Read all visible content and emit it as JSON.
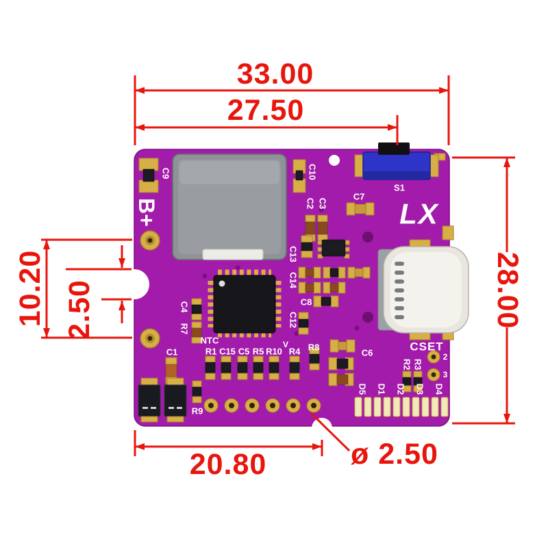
{
  "dimensions": {
    "width_outer": "33.00",
    "width_inner": "27.50",
    "height_right": "28.00",
    "pad_spacing": "10.20",
    "notch_offset": "2.50",
    "width_bottom": "20.80",
    "hole_diameter": "ø 2.50"
  },
  "silkscreen": {
    "battery_positive": "B+",
    "logo": "LX",
    "switch_s1": "S1",
    "c9": "C9",
    "c10": "C10",
    "c2": "C2",
    "c3": "C3",
    "c7": "C7",
    "c13": "C13",
    "c14": "C14",
    "c8": "C8",
    "c12": "C12",
    "c4": "C4",
    "r7": "R7",
    "ntc": "NTC",
    "c1": "C1",
    "r1": "R1",
    "c15": "C15",
    "c5": "C5",
    "r5": "R5",
    "r10": "R10",
    "r4": "R4",
    "r8": "R8",
    "v": "V",
    "c6": "C6",
    "r9": "R9",
    "cset": "CSET",
    "r2": "R2",
    "r3": "R3",
    "pin2": "2",
    "pin3": "3",
    "d5": "D5",
    "d1": "D1",
    "d2": "D2",
    "d3": "D3",
    "d4": "D4"
  },
  "colors": {
    "board": "#A21BAA",
    "dimension_red": "#E8150D",
    "pad_gold": "#D8AE46",
    "switch_blue": "#2E34C8",
    "inductor_gray": "#8F9296"
  }
}
